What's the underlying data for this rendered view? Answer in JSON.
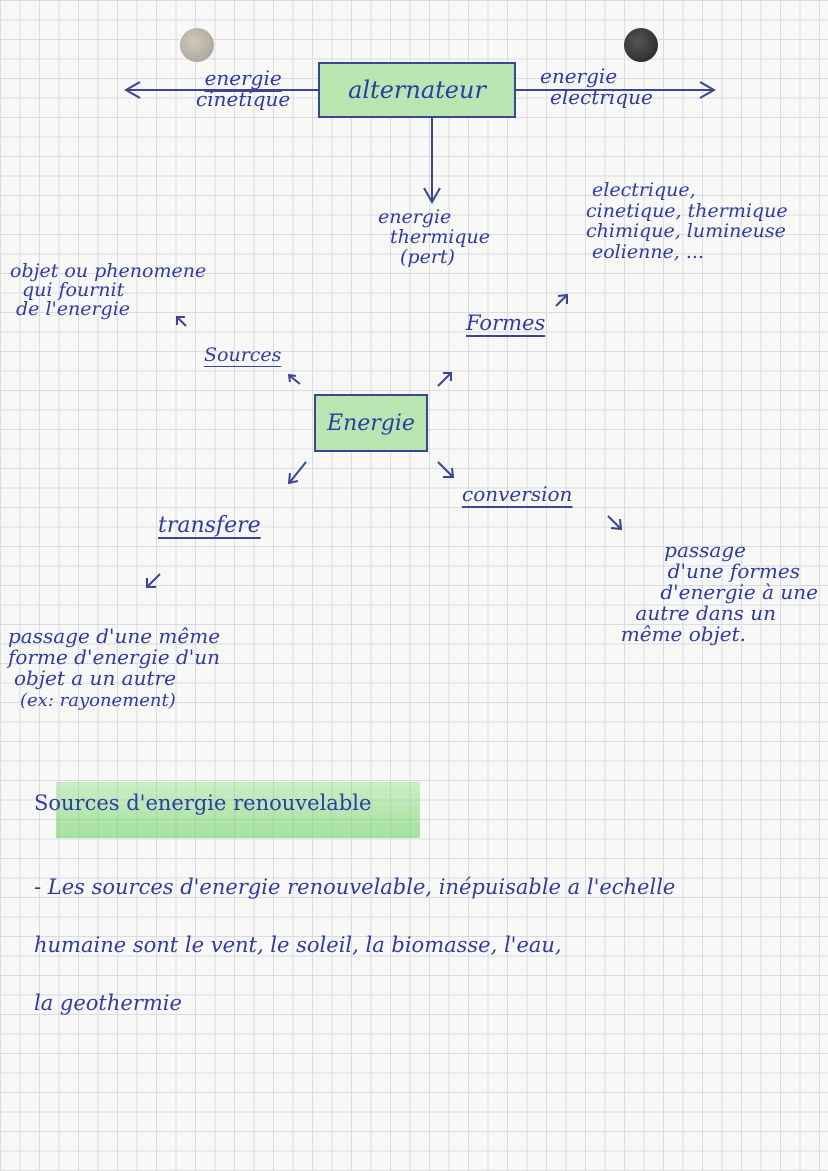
{
  "diagram": {
    "top": {
      "center_box": "alternateur",
      "left_label": [
        "energie",
        "cinetique"
      ],
      "right_label": [
        "energie",
        "electrique"
      ],
      "bottom_label": [
        "energie",
        "thermique",
        "(pert)"
      ]
    },
    "center_box": "Energie",
    "branches": {
      "sources": {
        "label": "Sources",
        "definition": [
          "objet ou phenomene",
          "qui fournit",
          "de l'energie"
        ]
      },
      "formes": {
        "label": "Formes",
        "list": [
          "electrique,",
          "cinetique, thermique",
          "chimique, lumineuse",
          "eolienne, ..."
        ]
      },
      "transfere": {
        "label": "transfere",
        "definition": [
          "passage d'une même",
          "forme d'energie d'un",
          "objet a un autre",
          "(ex: rayonement)"
        ]
      },
      "conversion": {
        "label": "conversion",
        "definition": [
          "passage",
          "d'une formes",
          "d'energie à une",
          "autre dans un",
          "même objet."
        ]
      }
    }
  },
  "section": {
    "heading": "Sources d'energie renouvelable",
    "lines": [
      "- Les sources d'energie renouvelable, inépuisable a l'echelle",
      "humaine sont le vent, le soleil, la biomasse, l'eau,",
      "la geothermie"
    ]
  },
  "colors": {
    "ink": "#2f3aa8",
    "box_fill": "#b8e6b0",
    "highlight": "#7fd676",
    "grid": "#d9dde3"
  }
}
